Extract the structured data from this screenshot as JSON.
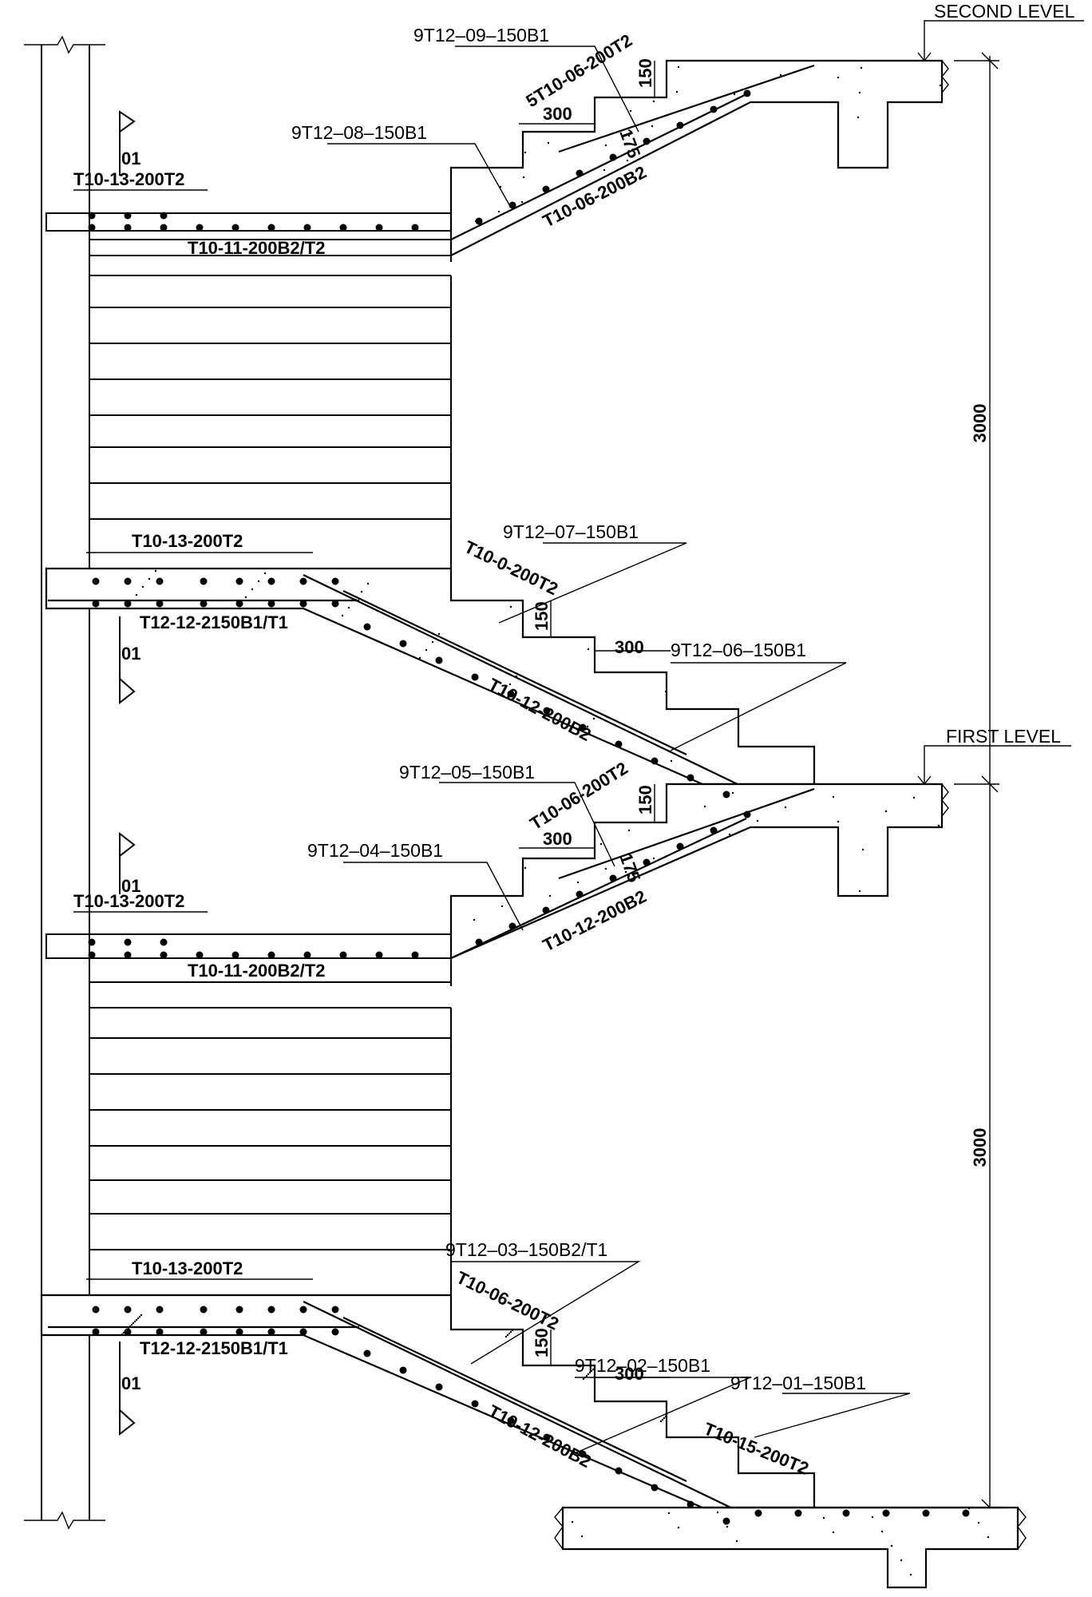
{
  "levels": {
    "second": "SECOND LEVEL",
    "first": "FIRST LEVEL"
  },
  "dimensions": {
    "height_upper": "3000",
    "height_lower": "3000",
    "tread_u1": "300",
    "riser_u1": "150",
    "waist_u1": "175",
    "tread_m": "300",
    "riser_m": "150",
    "tread_u2": "300",
    "riser_u2": "150",
    "waist_u2": "175",
    "tread_l": "300",
    "riser_l": "150"
  },
  "section_marks": {
    "s1": "01",
    "s2": "01",
    "s3": "01",
    "s4": "01"
  },
  "labels": {
    "a1": "9T12–09–150B1",
    "a2": "9T12–08–150B1",
    "a3": "9T12–07–150B1",
    "a4": "9T12–06–150B1",
    "a5": "9T12–05–150B1",
    "a6": "9T12–04–150B1",
    "a7": "9T12–03–150B2/T1",
    "a8": "9T12–02–150B1",
    "a9": "9T12–01–150B1"
  },
  "bold_labels": {
    "b1": "5T10-06-200T2",
    "b2": "T10-06-200B2",
    "b3": "T10-13-200T2",
    "b4": "T10-11-200B2/T2",
    "b5": "T10-13-200T2",
    "b6": "T10-0-200T2",
    "b7": "T12-12-2150B1/T1",
    "b8": "T10-12-200B2",
    "b9": "T10-06-200T2",
    "b10": "T10-13-200T2",
    "b11": "T10-11-200B2/T2",
    "b12": "T10-12-200B2",
    "b13": "T10-13-200T2",
    "b14": "T10-06-200T2",
    "b15": "T12-12-2150B1/T1",
    "b16": "T10-12-200B2",
    "b17": "T10-15-200T2"
  }
}
